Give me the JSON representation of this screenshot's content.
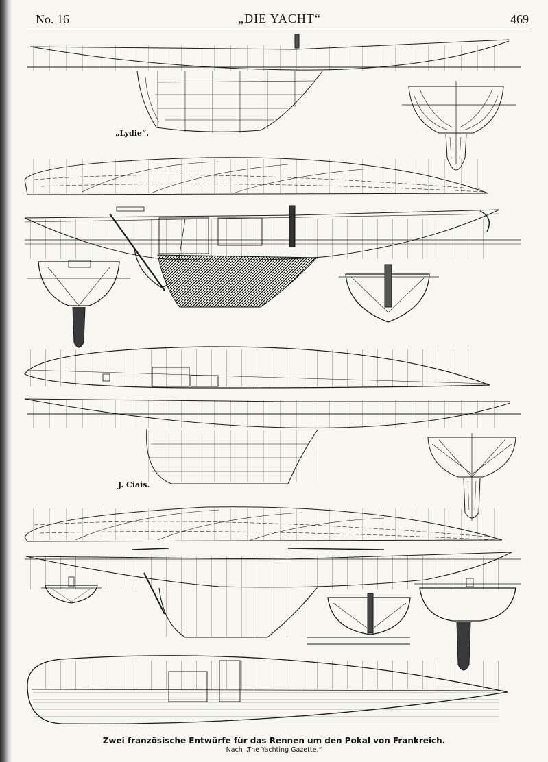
{
  "header": {
    "issue": "No. 16",
    "magazine": "„DIE YACHT“",
    "page_number": "469"
  },
  "labels": {
    "yacht_1": "„Lydie“.",
    "yacht_2": "J. Ciais."
  },
  "caption": {
    "main": "Zwei französische Entwürfe für das Rennen um den Pokal von Frankreich.",
    "source": "Nach „The Yachting Gazette.“"
  }
}
